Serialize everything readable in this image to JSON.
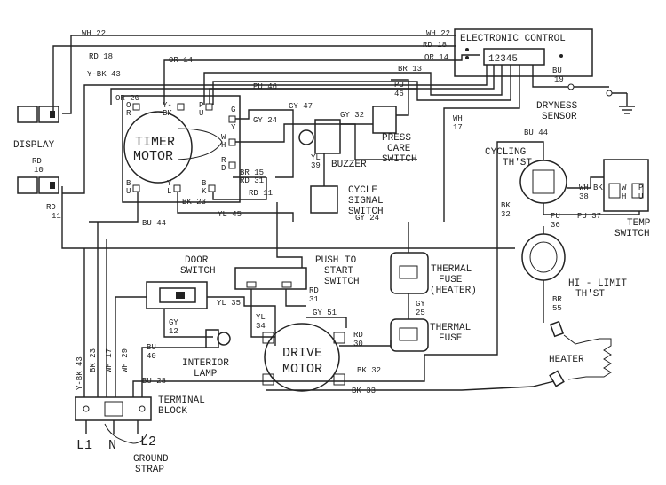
{
  "components": {
    "electronic_control": "ELECTRONIC CONTROL",
    "control_pins": "12345",
    "dryness_sensor": [
      "DRYNESS",
      "SENSOR"
    ],
    "display": "DISPLAY",
    "timer_motor": [
      "TIMER",
      "MOTOR"
    ],
    "buzzer": "BUZZER",
    "press_care_switch": [
      "PRESS",
      "CARE",
      "SWITCH"
    ],
    "cycle_signal_switch": [
      "CYCLE",
      "SIGNAL",
      "SWITCH"
    ],
    "cycling_thst": [
      "CYCLING",
      "TH'ST"
    ],
    "temp_switch": [
      "TEMP",
      "SWITCH"
    ],
    "hi_limit_thst": [
      "HI - LIMIT",
      "TH'ST"
    ],
    "heater": "HEATER",
    "door_switch": [
      "DOOR",
      "SWITCH"
    ],
    "push_to_start_switch": [
      "PUSH TO",
      "START",
      "SWITCH"
    ],
    "thermal_fuse_heater": [
      "THERMAL",
      "FUSE",
      "(HEATER)"
    ],
    "thermal_fuse": [
      "THERMAL",
      "FUSE"
    ],
    "drive_motor": [
      "DRIVE",
      "MOTOR"
    ],
    "interior_lamp": [
      "INTERIOR",
      "LAMP"
    ],
    "terminal_block": [
      "TERMINAL",
      "BLOCK"
    ],
    "l1": "L1",
    "n": "N",
    "l2": "L2",
    "ground_strap": [
      "GROUND",
      "STRAP"
    ]
  },
  "wires": {
    "wh22_top": "WH 22",
    "wh22_right": "WH 22",
    "rd18_top": "RD 18",
    "rd18_right": "RD 18",
    "or14_top": "OR 14",
    "or14_right": "OR 14",
    "ybk43_top": "Y-BK 43",
    "or20": "OR 20",
    "br13": "BR 13",
    "bu19": [
      "BU",
      "19"
    ],
    "pu46_top": "PU 46",
    "pu46_right": [
      "PU",
      "46"
    ],
    "gy47": "GY 47",
    "gy24_timer": "GY 24",
    "gy32": "GY 32",
    "yl39": [
      "YL",
      "39"
    ],
    "wh17_right": [
      "WH",
      "17"
    ],
    "rd10": [
      "RD",
      "10"
    ],
    "rd11": [
      "RD",
      "11"
    ],
    "br15": "BR 15",
    "rd31_timer": "RD 31",
    "rd11_timer": "RD 11",
    "bk23_timer": "BK 23",
    "bu44_timer": "BU 44",
    "yl45": "YL 45",
    "bu44_right": "BU 44",
    "bk32_right": [
      "BK",
      "32"
    ],
    "wh38": [
      "WH",
      "38"
    ],
    "pu37": "PU 37",
    "pu36": [
      "PU",
      "36"
    ],
    "gy24_fuse": "GY 24",
    "rd31_push": [
      "RD",
      "31"
    ],
    "yl35": "YL 35",
    "gy12": [
      "GY",
      "12"
    ],
    "yl34": [
      "YL",
      "34"
    ],
    "gy51": "GY 51",
    "gy25": [
      "GY",
      "25"
    ],
    "rd30": [
      "RD",
      "30"
    ],
    "br55": [
      "BR",
      "55"
    ],
    "bu40": [
      "BU",
      "40"
    ],
    "bk32_bottom": "BK 32",
    "bk33": "BK 33",
    "bu28": "BU 28",
    "ybk43_left": "Y-BK 43",
    "bk23_left": "BK 23",
    "wh17_left": "WH 17",
    "wh29": "WH 29"
  },
  "terminals": {
    "timer_or": [
      "O",
      "R"
    ],
    "timer_ybk": [
      "Y-",
      "BK"
    ],
    "timer_pu": [
      "P",
      "U"
    ],
    "timer_gy": [
      "G",
      "Y"
    ],
    "timer_wh": [
      "W",
      "H"
    ],
    "timer_rd": [
      "R",
      "D"
    ],
    "timer_bu": [
      "B",
      "U"
    ],
    "timer_yl": [
      "Y",
      "L"
    ],
    "timer_bk": [
      "B",
      "K"
    ],
    "temp_wh": [
      "W",
      "H"
    ],
    "temp_p": [
      "P",
      "U"
    ],
    "temp_bk": "BK"
  }
}
